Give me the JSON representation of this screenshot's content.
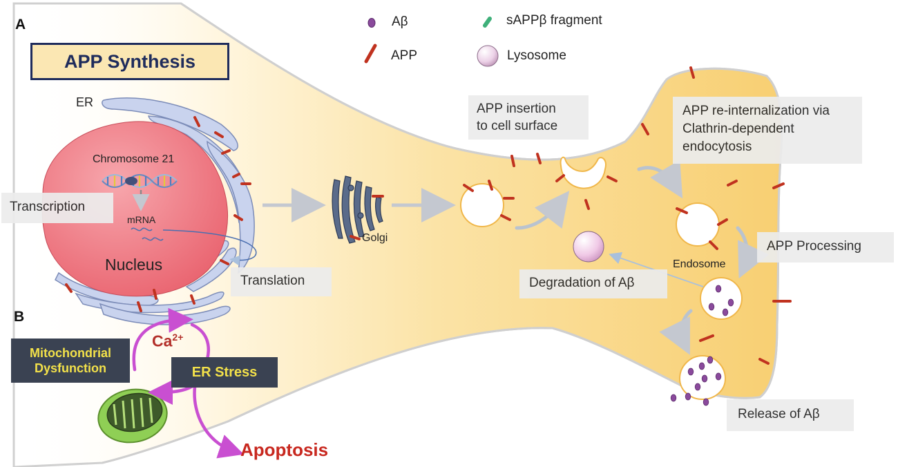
{
  "panels": {
    "a": "A",
    "b": "B"
  },
  "title": "APP Synthesis",
  "legend": {
    "abeta": "Aβ",
    "app": "APP",
    "sappb": "sAPPβ fragment",
    "lysosome": "Lysosome"
  },
  "labels": {
    "er": "ER",
    "chromosome": "Chromosome 21",
    "mrna": "mRNA",
    "nucleus": "Nucleus",
    "golgi": "Golgi",
    "endosome": "Endosome",
    "transcription": "Transcription",
    "translation": "Translation",
    "insertion_line1": "APP insertion",
    "insertion_line2": "to cell surface",
    "reinternalization_line1": "APP re-internalization via",
    "reinternalization_line2": "Clathrin-dependent",
    "reinternalization_line3": "endocytosis",
    "processing": "APP Processing",
    "degradation": "Degradation of Aβ",
    "release": "Release of Aβ"
  },
  "panel_b": {
    "mito_line1": "Mitochondrial",
    "mito_line2": "Dysfunction",
    "er_stress": "ER Stress",
    "calcium": "Ca",
    "calcium_charge": "2+",
    "apoptosis": "Apoptosis"
  },
  "colors": {
    "app_marker": "#c0321f",
    "abeta": "#8a4a9c",
    "sappb": "#3fb07a",
    "cell_fill": "#fbd98a",
    "nucleus": "#f07c86",
    "er": "#c9d3ee",
    "title_bg": "#fbe7b3",
    "title_border": "#1f2c5c",
    "stress_box": "#3a4252",
    "stress_text": "#f3e14a",
    "arrow_magenta": "#c94fd1",
    "apoptosis_text": "#c8281f"
  }
}
